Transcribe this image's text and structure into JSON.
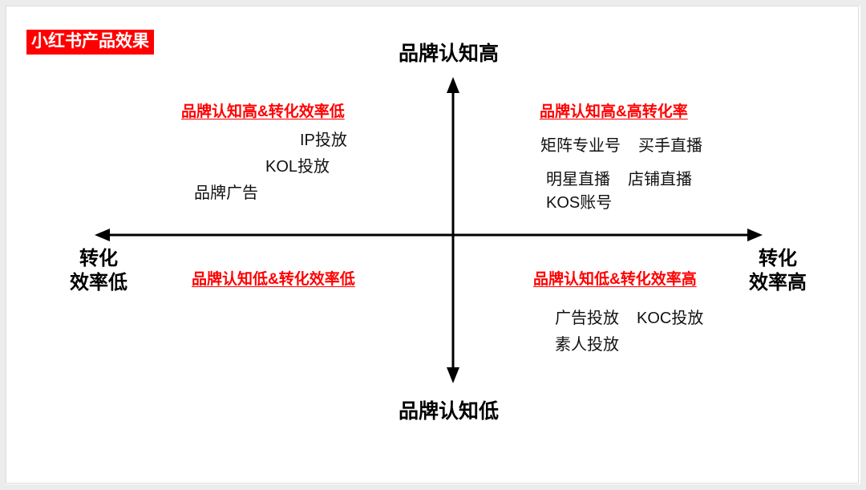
{
  "title_badge": {
    "text": "小红书产品效果",
    "background": "#ff0000",
    "color": "#ffffff"
  },
  "axes": {
    "vertical": {
      "top_label": "品牌认知高",
      "bottom_label": "品牌认知低"
    },
    "horizontal": {
      "left_label_line1": "转化",
      "left_label_line2": "效率低",
      "right_label_line1": "转化",
      "right_label_line2": "效率高"
    },
    "stroke_color": "#000000"
  },
  "quadrants": {
    "top_left": {
      "heading": "品牌认知高&转化效率低",
      "heading_color": "#ff0000",
      "items": [
        "IP投放",
        "KOL投放",
        "品牌广告"
      ]
    },
    "top_right": {
      "heading": "品牌认知高&高转化率",
      "heading_color": "#ff0000",
      "rows": [
        {
          "a": "矩阵专业号",
          "b": "买手直播"
        },
        {
          "a": "明星直播",
          "b": "店铺直播"
        },
        {
          "a": "KOS账号",
          "b": ""
        }
      ]
    },
    "bottom_left": {
      "heading": "品牌认知低&转化效率低",
      "heading_color": "#ff0000",
      "items": []
    },
    "bottom_right": {
      "heading": "品牌认知低&转化效率高",
      "heading_color": "#ff0000",
      "rows": [
        {
          "a": "广告投放",
          "b": "KOC投放"
        },
        {
          "a": "素人投放",
          "b": ""
        }
      ]
    }
  },
  "chart_data": {
    "type": "scatter",
    "title": "小红书产品效果",
    "xlabel": "转化效率",
    "ylabel": "品牌认知",
    "x_axis": {
      "low": "转化效率低",
      "high": "转化效率高"
    },
    "y_axis": {
      "low": "品牌认知低",
      "high": "品牌认知高"
    },
    "grid": false,
    "legend": "none",
    "quadrant_items": [
      {
        "quadrant": "top-left",
        "label": "品牌认知高&转化效率低",
        "items": [
          "IP投放",
          "KOL投放",
          "品牌广告"
        ]
      },
      {
        "quadrant": "top-right",
        "label": "品牌认知高&高转化率",
        "items": [
          "矩阵专业号",
          "买手直播",
          "明星直播",
          "店铺直播",
          "KOS账号"
        ]
      },
      {
        "quadrant": "bottom-left",
        "label": "品牌认知低&转化效率低",
        "items": []
      },
      {
        "quadrant": "bottom-right",
        "label": "品牌认知低&转化效率高",
        "items": [
          "广告投放",
          "KOC投放",
          "素人投放"
        ]
      }
    ]
  }
}
